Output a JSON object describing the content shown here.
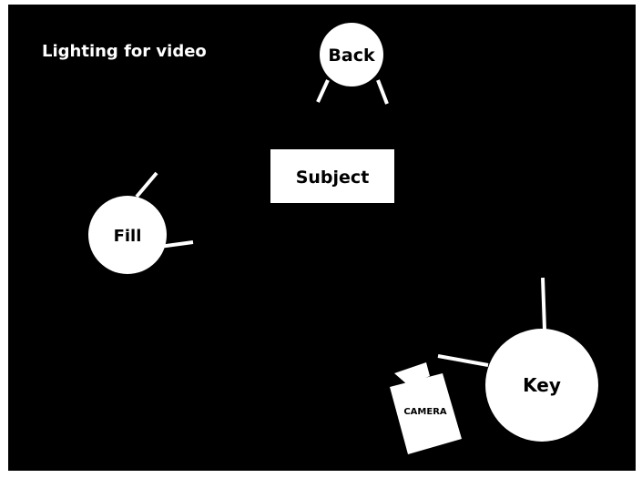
{
  "title": "Lighting for video",
  "colors": {
    "background": "#000000",
    "foreground": "#ffffff",
    "frame": "#ffffff"
  },
  "lights": {
    "back": {
      "label": "Back"
    },
    "fill": {
      "label": "Fill"
    },
    "key": {
      "label": "Key"
    }
  },
  "subject": {
    "label": "Subject"
  },
  "camera": {
    "label": "CAMERA"
  }
}
